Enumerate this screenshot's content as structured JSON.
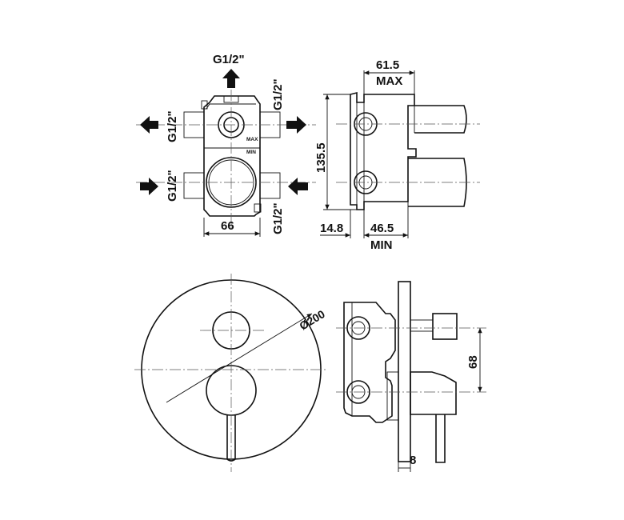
{
  "labels": {
    "top_inlet": "G1/2\"",
    "left_upper": "G1/2\"",
    "left_lower": "G1/2\"",
    "right_upper": "G1/2\"",
    "right_lower": "G1/2\"",
    "width_66": "66",
    "height_135": "135.5",
    "dim_61": "61.5",
    "max": "MAX",
    "dim_14": "14.8",
    "dim_46": "46.5",
    "min": "MIN",
    "plate_max": "MAX",
    "plate_min": "MIN",
    "diameter": "Ø200",
    "dim_68": "68",
    "dim_8": "8"
  }
}
